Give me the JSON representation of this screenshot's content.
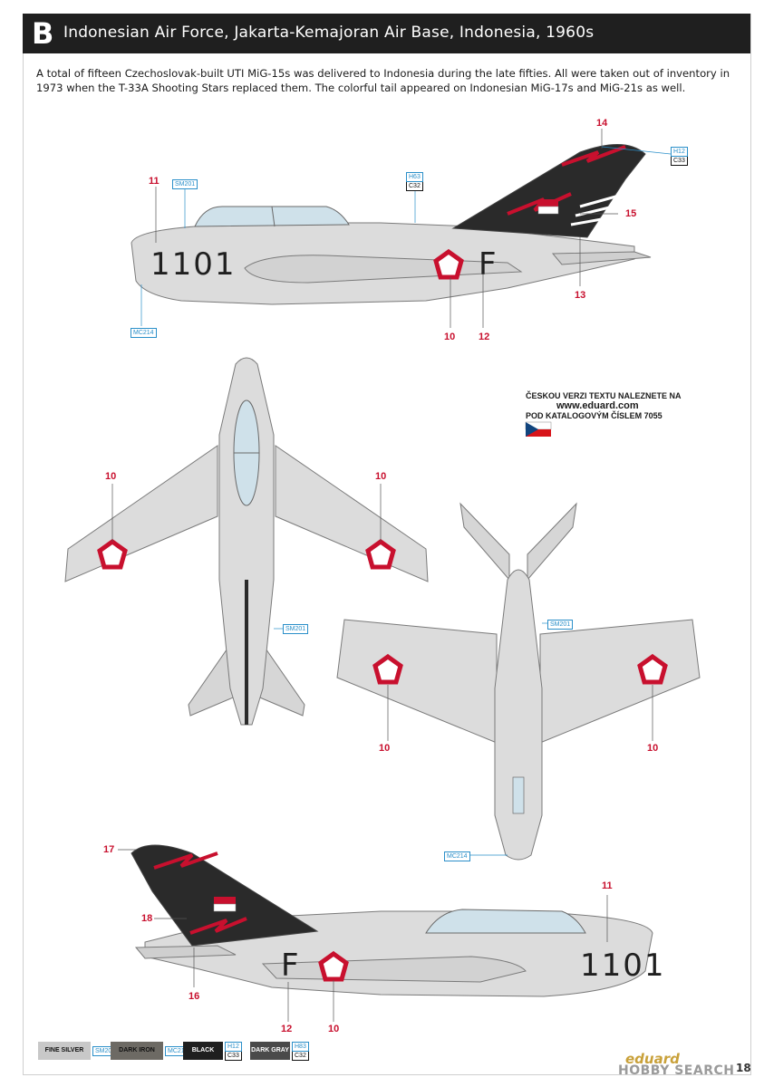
{
  "header": {
    "letter": "B",
    "title": "Indonesian Air Force, Jakarta-Kemajoran Air Base, Indonesia, 1960s"
  },
  "description": "A total of fifteen Czechoslovak-built UTI MiG-15s was delivered to Indonesia during the late fifties. All were taken out of inventory in 1973 when the T-33A Shooting Stars replaced them. The colorful tail appeared on Indonesian MiG-17s and MiG-21s as well.",
  "side_view": {
    "serial": "1101",
    "code_letter": "F",
    "callouts": [
      "14",
      "15",
      "13",
      "11",
      "10",
      "12"
    ],
    "paint_codes": [
      "SM201",
      "MC214"
    ],
    "paint_stack_1": {
      "top": "H63",
      "bottom": "C32"
    },
    "paint_stack_2": {
      "top": "H12",
      "bottom": "C33"
    }
  },
  "top_view": {
    "callouts": [
      "10",
      "10"
    ],
    "paint_codes": [
      "SM201"
    ]
  },
  "bottom_view": {
    "callouts": [
      "10",
      "10"
    ],
    "paint_codes": [
      "SM201",
      "MC214"
    ]
  },
  "czech_note": {
    "line1": "ČESKOU VERZI TEXTU NALEZNETE NA",
    "url": "www.eduard.com",
    "line3": "POD KATALOGOVÝM ČÍSLEM 7055"
  },
  "side_view_2": {
    "serial": "1101",
    "code_letter": "F",
    "callouts": [
      "17",
      "18",
      "16",
      "11",
      "12",
      "10"
    ]
  },
  "legend": [
    {
      "name": "FINE SILVER",
      "code": "SM201",
      "color": "#c8c8c8",
      "text_color": "#111111"
    },
    {
      "name": "DARK IRON",
      "code": "MC214",
      "color": "#6d6a64",
      "text_color": "#111111"
    },
    {
      "name": "BLACK",
      "code_top": "H12",
      "code_bottom": "C33",
      "color": "#1f1f1f",
      "text_color": "#ffffff"
    },
    {
      "name": "DARK GRAY",
      "code_top": "H83",
      "code_bottom": "C32",
      "color": "#4a4a4a",
      "text_color": "#ffffff"
    }
  ],
  "brand": "eduard",
  "watermark": "HOBBY SEARCH",
  "page_number": "18",
  "colors": {
    "aircraft": "#dcdcdc",
    "aircraft_line": "#7a7a7a",
    "tail_dark": "#2a2a2a",
    "red": "#c8102e",
    "callout_blue": "#2a8fc9"
  }
}
